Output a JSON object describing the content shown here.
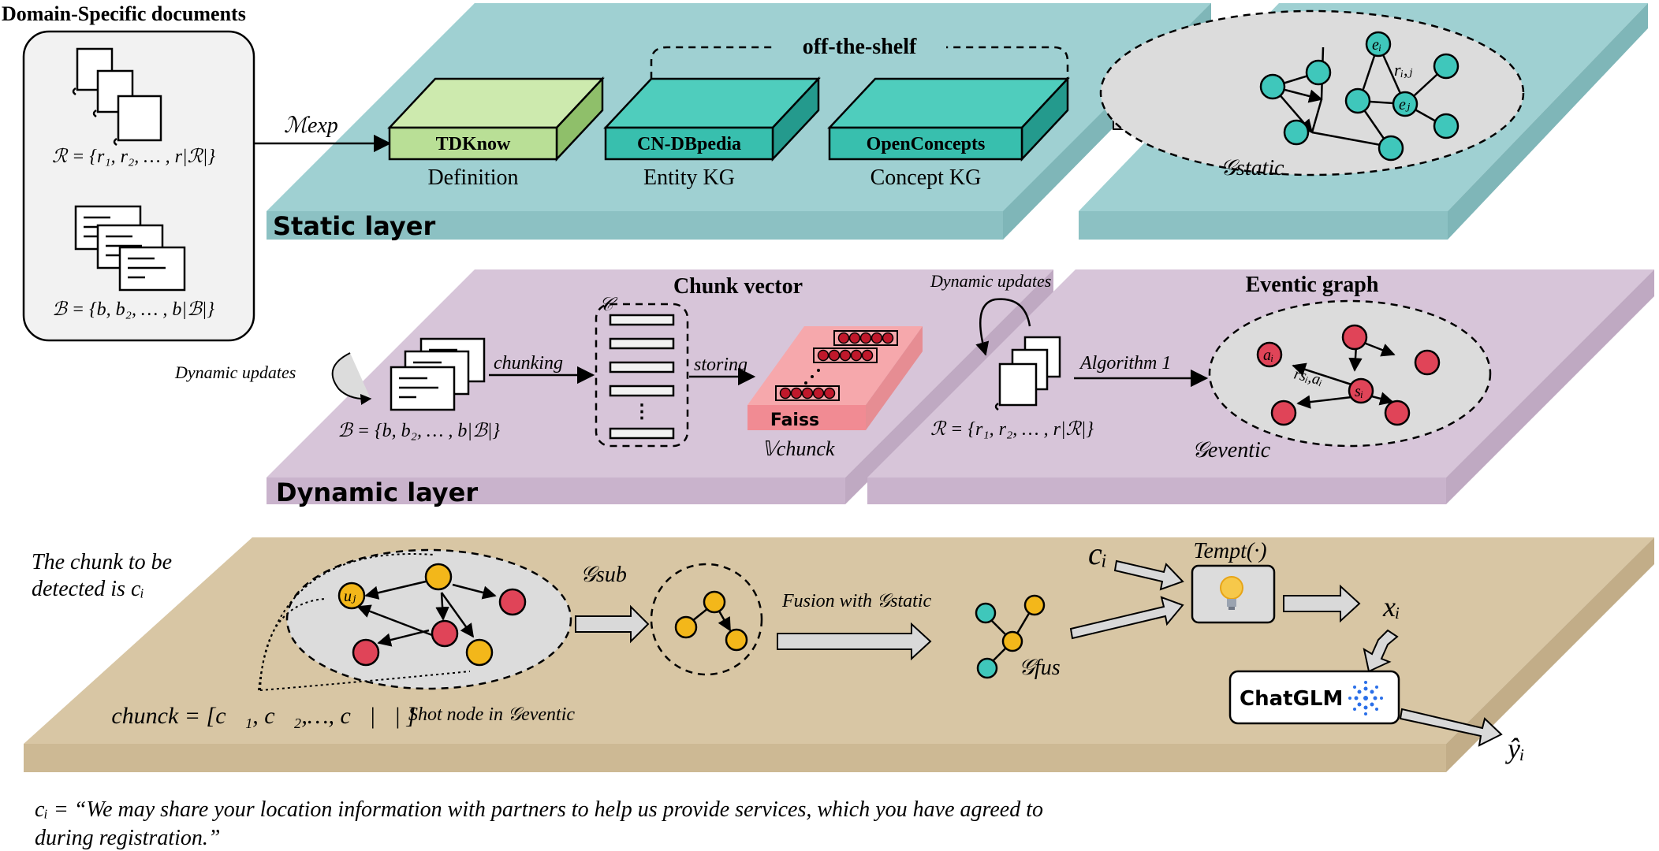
{
  "colors": {
    "static_layer": "#9fd0d2",
    "static_layer_side": "#7fb6b8",
    "dynamic_layer": "#d7c5d9",
    "dynamic_layer_side": "#bfa9c2",
    "detect_layer": "#d8c6a4",
    "detect_layer_side": "#c2ad88",
    "teal_node": "#3fc7bb",
    "red_node": "#e04458",
    "yellow_node": "#f3b71a",
    "ellipse_fill": "#dcdcdc",
    "tdknow": "#b9df96",
    "teal_box": "#38bfae",
    "faiss": "#f6a8ac"
  },
  "docs": {
    "title": "Domain-Specific documents",
    "r_formula": "ℛ = {r₁, r₂, … , r|ℛ|}",
    "b_formula": "ℬ = {b, b₂, … , b|ℬ|}"
  },
  "static": {
    "layer_label": "Static layer",
    "mexp_label": "ℳexp",
    "off_shelf": "off-the-shelf",
    "boxes": [
      {
        "label": "TDKnow",
        "caption": "Definition"
      },
      {
        "label": "CN-DBpedia",
        "caption": "Entity KG"
      },
      {
        "label": "OpenConcepts",
        "caption": "Concept KG"
      }
    ],
    "graph_label": "𝒢static",
    "node_ei": "eᵢ",
    "node_ej": "eⱼ",
    "edge_rij": "rᵢ,ⱼ"
  },
  "dynamic": {
    "layer_label": "Dynamic layer",
    "dyn_updates_left": "Dynamic updates",
    "dyn_updates_right": "Dynamic updates",
    "b_formula": "ℬ = {b, b₂, … , b|ℬ|}",
    "chunking": "chunking",
    "c_label": "𝒞",
    "chunk_vector": "Chunk vector",
    "storing": "storing",
    "faiss": "Faiss",
    "v_chunck": "𝕍chunck",
    "r_formula": "ℛ = {r₁, r₂, … , r|ℛ|}",
    "algorithm": "Algorithm 1",
    "eventic_graph": "Eventic graph",
    "node_ai": "aᵢ",
    "node_si": "sᵢ",
    "edge_rsa": "rsᵢ,aᵢ",
    "g_eventic": "𝒢eventic"
  },
  "detect": {
    "chunk_text_1": "The chunk to be",
    "chunk_text_2": "detected is cᵢ",
    "node_uj": "uⱼ",
    "g_sub": "𝒢sub",
    "fusion": "Fusion with 𝒢static",
    "g_fus": "𝒢fus",
    "ci": "cᵢ",
    "tempt": "Tempt(·)",
    "xi": "xᵢ",
    "chatglm": "ChatGLM",
    "yhat": "ŷᵢ",
    "v_formula": "𝕍chunck = [c⃗₁, c⃗₂,…, c⃗|𝒞| ]",
    "shot_node": "Shot node in 𝒢eventic"
  },
  "footer": {
    "line1": "cᵢ = “We may share your location information with partners to help us provide services, which you have agreed to",
    "line2": "during registration.”"
  }
}
